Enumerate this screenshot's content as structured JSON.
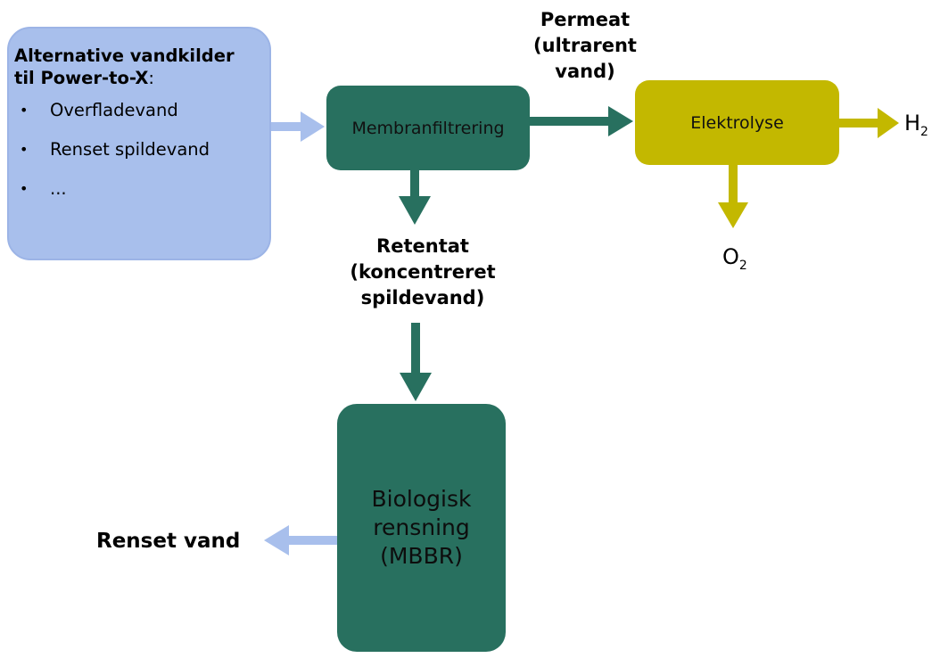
{
  "source": {
    "title_line1": "Alternative vandkilder",
    "title_line2_bold": "til Power-to-X",
    "title_line2_tail": ":",
    "items": [
      "Overfladevand",
      "Renset spildevand",
      "..."
    ]
  },
  "membrane": {
    "label": "Membranfiltrering"
  },
  "electrolysis": {
    "label": "Elektrolyse"
  },
  "biological": {
    "line1": "Biologisk",
    "line2": "rensning",
    "line3": "(MBBR)"
  },
  "permeate": {
    "line1": "Permeat",
    "line2": "(ultrarent",
    "line3": "vand)"
  },
  "retentate": {
    "line1": "Retentat",
    "line2": "(koncentreret",
    "line3": "spildevand)"
  },
  "cleaned_water": {
    "label": "Renset vand"
  },
  "products": {
    "hydrogen": {
      "symbol": "H",
      "subscript": "2"
    },
    "oxygen": {
      "symbol": "O",
      "subscript": "2"
    }
  },
  "colors": {
    "source_blue": "#a8bfec",
    "process_green": "#28705f",
    "electrolysis_yellow": "#c3b800",
    "arrow_blue": "#a8bfec"
  }
}
